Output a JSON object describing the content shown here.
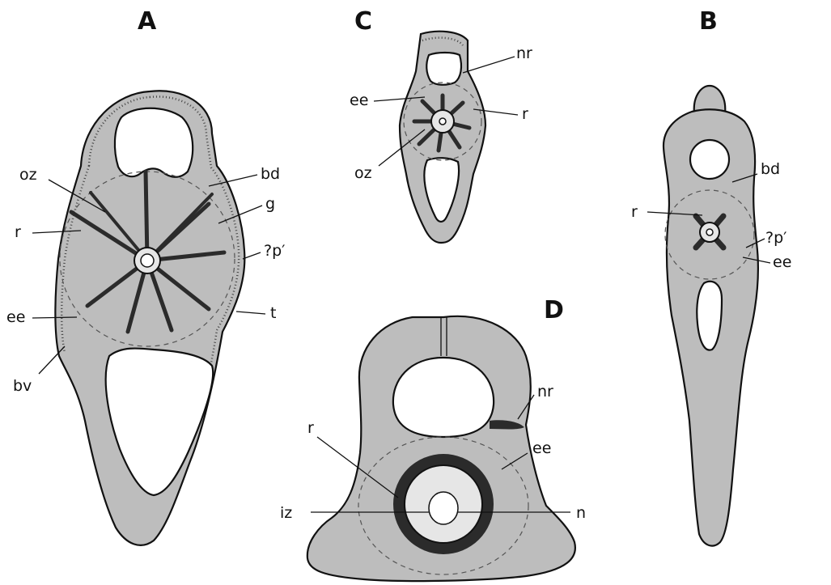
{
  "panels": {
    "A": {
      "letter": "A",
      "labels": {
        "oz": "oz",
        "r": "r",
        "ee": "ee",
        "bv": "bv",
        "bd": "bd",
        "g": "g",
        "p": "?p′",
        "t": "t"
      }
    },
    "B": {
      "letter": "B",
      "labels": {
        "bd": "bd",
        "r": "r",
        "p": "?p′",
        "ee": "ee"
      }
    },
    "C": {
      "letter": "C",
      "labels": {
        "nr": "nr",
        "ee": "ee",
        "r": "r",
        "oz": "oz"
      }
    },
    "D": {
      "letter": "D",
      "labels": {
        "nr": "nr",
        "r": "r",
        "ee": "ee",
        "iz": "iz",
        "n": "n"
      }
    }
  },
  "colors": {
    "tissue": "#bdbdbd",
    "ink": "#111111",
    "dark_rays": "#2b2b2b"
  }
}
